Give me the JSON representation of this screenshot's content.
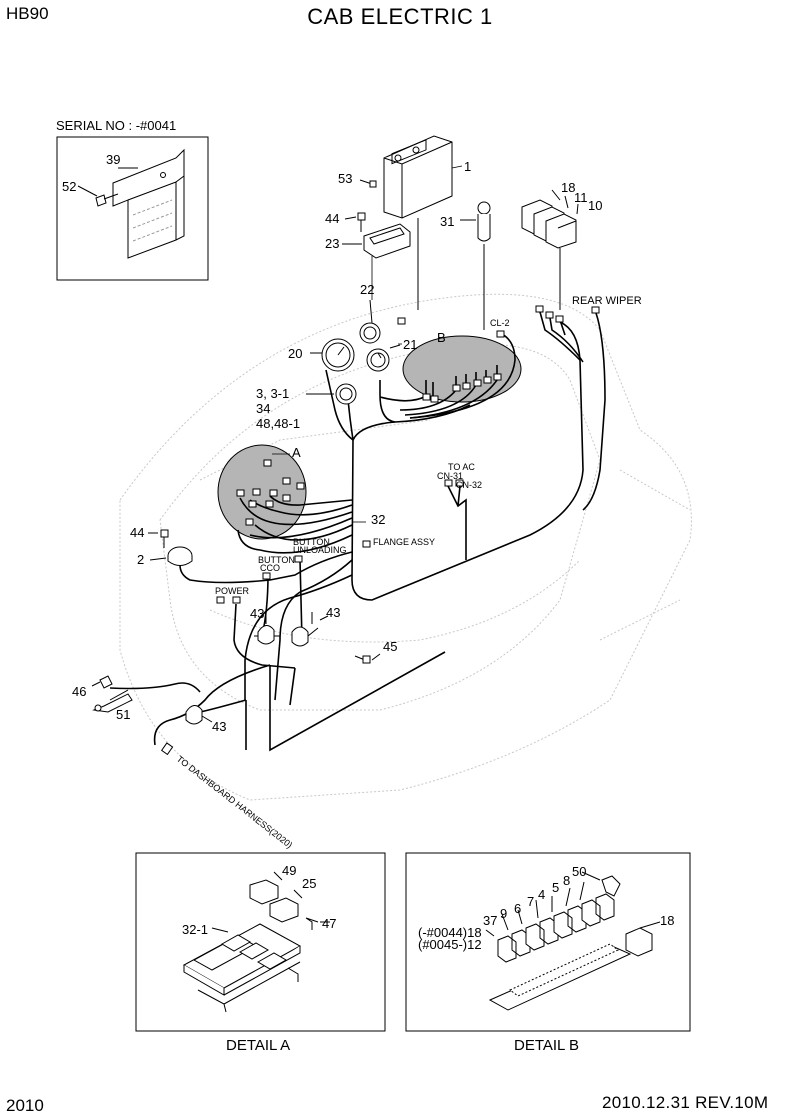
{
  "header": {
    "model": "HB90",
    "title": "CAB ELECTRIC 1"
  },
  "footer": {
    "page": "2010",
    "revision": "2010.12.31  REV.10M"
  },
  "inset": {
    "serial": "SERIAL NO : -#0041",
    "parts": [
      "39",
      "52"
    ]
  },
  "callouts": {
    "c1": "1",
    "c53": "53",
    "c44a": "44",
    "c23": "23",
    "c31": "31",
    "c18": "18",
    "c11": "11",
    "c10": "10",
    "c22": "22",
    "c20": "20",
    "c21": "21",
    "c3": "3, 3-1",
    "c34": "34",
    "c48": "48,48-1",
    "c44b": "44",
    "c2": "2",
    "c32": "32",
    "c43a": "43",
    "c43b": "43",
    "c45": "45",
    "c46": "46",
    "c51": "51",
    "c43c": "43"
  },
  "detail_markers": {
    "a": "A",
    "b": "B"
  },
  "connector_labels": {
    "cl2": "CL-2",
    "rear_wiper": "REAR WIPER",
    "to_ac": "TO AC",
    "cn31": "CN-31",
    "cn32": "CN-32",
    "flange": "FLANGE ASSY",
    "unloading_1": "BUTTON",
    "unloading_2": "UNLOADING",
    "cco_1": "BUTTON",
    "cco_2": "CCO",
    "power": "POWER",
    "dashboard": "TO DASHBOARD HARNESS(2020)"
  },
  "detail_a": {
    "caption": "DETAIL A",
    "parts": {
      "p49": "49",
      "p25": "25",
      "p47": "47",
      "p321": "32-1"
    }
  },
  "detail_b": {
    "caption": "DETAIL B",
    "parts": {
      "p50": "50",
      "p8": "8",
      "p5": "5",
      "p4": "4",
      "p7": "7",
      "p6": "6",
      "p9": "9",
      "p37": "37",
      "p18a": "(-#0044)18",
      "p12": "(#0045-)12",
      "p18b": "18"
    }
  },
  "colors": {
    "line": "#000000",
    "faint": "#c8c8c8",
    "detail_fill": "#b5b5b5"
  }
}
